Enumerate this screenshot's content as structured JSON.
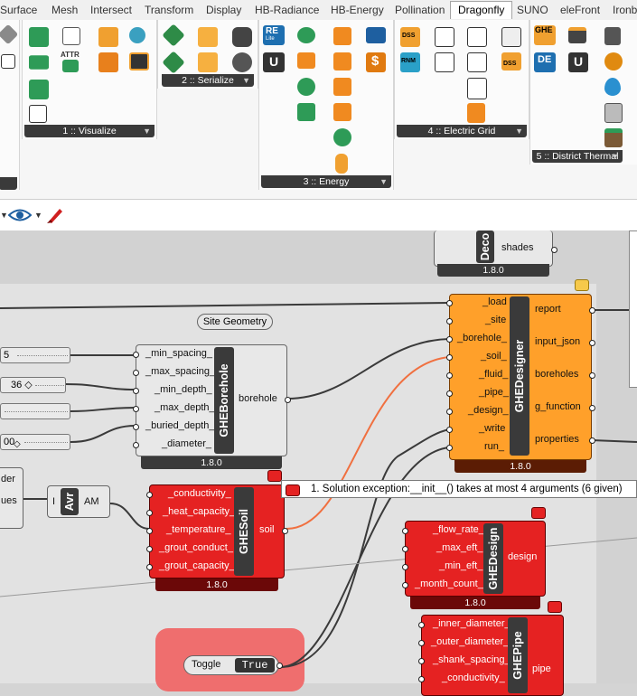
{
  "tabs": [
    "Surface",
    "Mesh",
    "Intersect",
    "Transform",
    "Display",
    "HB-Radiance",
    "HB-Energy",
    "Pollination",
    "Dragonfly",
    "SUNO",
    "eleFront",
    "Ironbug"
  ],
  "active_tab": "Dragonfly",
  "ribbon": {
    "panels": [
      {
        "label": "1 :: Visualize"
      },
      {
        "label": "2 :: Serialize"
      },
      {
        "label": "3 :: Energy"
      },
      {
        "label": "4 :: Electric Grid"
      },
      {
        "label": "5 :: District Thermal"
      }
    ],
    "icon_texts": {
      "attr": "ATTR",
      "re": "RE",
      "lite": "Lite",
      "u": "U",
      "dss": "DSS",
      "rnm": "RNM",
      "ghe": "GHE",
      "de": "DE",
      "dollar": "$"
    }
  },
  "toolbar": {
    "eye": "eye-icon",
    "brush": "brush-icon"
  },
  "canvas": {
    "deco": {
      "title": "Deco",
      "output": "shades",
      "version": "1.8.0"
    },
    "site_geometry": "Site Geometry",
    "sliders": [
      "5",
      "36",
      "",
      "00"
    ],
    "partial_labels": [
      "der",
      "ues"
    ],
    "avr": {
      "left": "I",
      "title": "Avr",
      "right": "AM"
    },
    "ghe_designer": {
      "title": "GHEDesigner",
      "inputs": [
        "_load",
        "_site",
        "_borehole_",
        "_soil_",
        "_fluid_",
        "_pipe_",
        "_design_",
        "_write",
        "run_"
      ],
      "outputs": [
        "report",
        "input_json",
        "boreholes",
        "g_function",
        "properties"
      ],
      "version": "1.8.0"
    },
    "ghe_borehole": {
      "title": "GHEBorehole",
      "inputs": [
        "_min_spacing_",
        "_max_spacing_",
        "_min_depth_",
        "_max_depth_",
        "_buried_depth_",
        "_diameter_"
      ],
      "output": "borehole",
      "version": "1.8.0"
    },
    "ghe_soil": {
      "title": "GHESoil",
      "inputs": [
        "_conductivity_",
        "_heat_capacity_",
        "_temperature_",
        "_grout_conduct_",
        "_grout_capacity_"
      ],
      "output": "soil",
      "version": "1.8.0"
    },
    "ghe_design": {
      "title": "GHEDesign",
      "inputs": [
        "_flow_rate_",
        "_max_eft_",
        "_min_eft_",
        "_month_count_"
      ],
      "output": "design",
      "version": "1.8.0"
    },
    "ghe_pipe": {
      "title": "GHEPipe",
      "inputs": [
        "_inner_diameter_",
        "_outer_diameter_",
        "_shank_spacing_",
        "_conductivity_"
      ],
      "output": "pipe"
    },
    "toggle": {
      "label": "Toggle",
      "value": "True"
    },
    "error_message": "1. Solution exception:__init__() takes at most 4 arguments (6 given)",
    "colors": {
      "orange": "#ffa02a",
      "red": "#e52222",
      "wire_orange": "#f07040"
    }
  }
}
